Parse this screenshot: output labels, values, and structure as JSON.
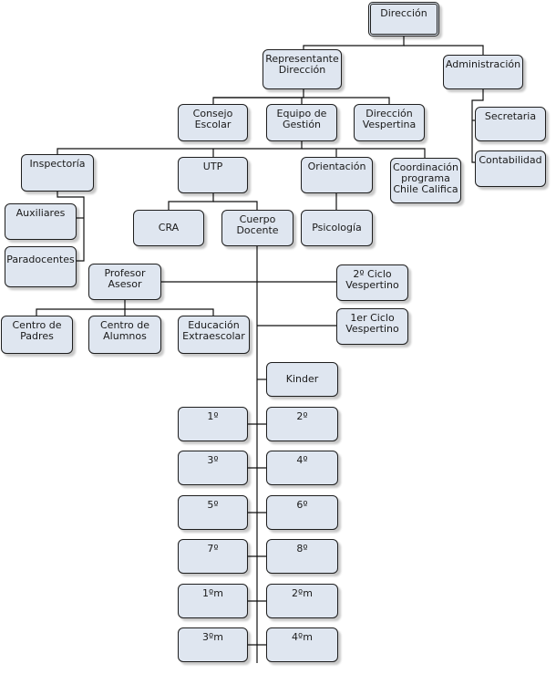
{
  "org_chart": {
    "nodes": {
      "direccion": "Dirección",
      "representante": "Representante\nDirección",
      "administracion": "Administración",
      "secretaria": "Secretaria",
      "contabilidad": "Contabilidad",
      "consejo": "Consejo\nEscolar",
      "equipo": "Equipo de\nGestión",
      "dir_vespertina": "Dirección\nVespertina",
      "inspectoria": "Inspectoría",
      "utp": "UTP",
      "orientacion": "Orientación",
      "coordinacion": "Coordinación\nprograma\nChile Califica",
      "auxiliares": "Auxiliares",
      "paradocentes": "Paradocentes",
      "cra": "CRA",
      "cuerpo": "Cuerpo\nDocente",
      "psicologia": "Psicología",
      "profesor": "Profesor\nAsesor",
      "ciclo2": "2º Ciclo\nVespertino",
      "ciclo1": "1er Ciclo\nVespertino",
      "centro_padres": "Centro de\nPadres",
      "centro_alumnos": "Centro de\nAlumnos",
      "extraescolar": "Educación\nExtraescolar",
      "kinder": "Kinder",
      "g1": "1º",
      "g2": "2º",
      "g3": "3º",
      "g4": "4º",
      "g5": "5º",
      "g6": "6º",
      "g7": "7º",
      "g8": "8º",
      "g1m": "1ºm",
      "g2m": "2ºm",
      "g3m": "3ºm",
      "g4m": "4ºm"
    }
  }
}
